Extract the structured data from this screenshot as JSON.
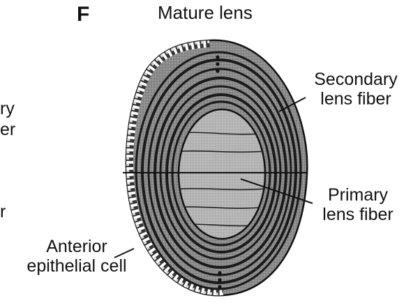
{
  "panel": {
    "letter": "F",
    "title": "Mature lens"
  },
  "labels": {
    "secondary": [
      "Secondary",
      "lens fiber"
    ],
    "primary": [
      "Primary",
      "lens fiber"
    ],
    "anterior": [
      "Anterior",
      "epithelial cell"
    ]
  },
  "cropped_left": {
    "line1": "ry",
    "line2": "er",
    "line3": "r"
  }
}
